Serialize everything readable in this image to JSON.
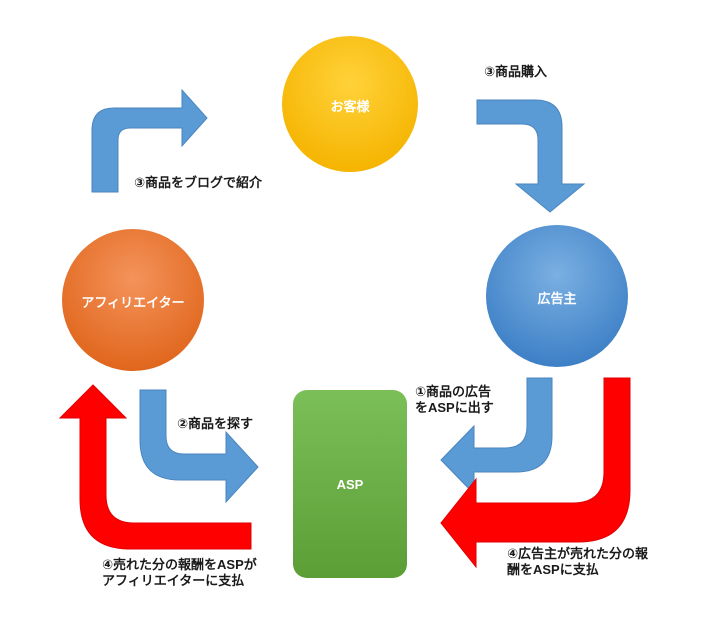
{
  "nodes": {
    "customer": "お客様",
    "advertiser": "広告主",
    "affiliater": "アフィリエイター",
    "asp": "ASP"
  },
  "arrows": {
    "purchase": "③商品購入",
    "blog_intro": "③商品をブログで紹介",
    "ad_to_asp": "①商品の広告\nをASPに出す",
    "search_product": "②商品を探す",
    "advertiser_pays": "④広告主が売れた分の報\n酬をASPに支払",
    "asp_pays": "④売れた分の報酬をASPが\nアフィリエイターに支払"
  },
  "colors": {
    "blue_arrow": "#5b9bd5",
    "red_arrow": "#ff0000",
    "customer_fill": "#ffc000",
    "advertiser_fill": "#5b9bd5",
    "affiliater_fill": "#ed7d31",
    "asp_fill": "#70ad47"
  }
}
